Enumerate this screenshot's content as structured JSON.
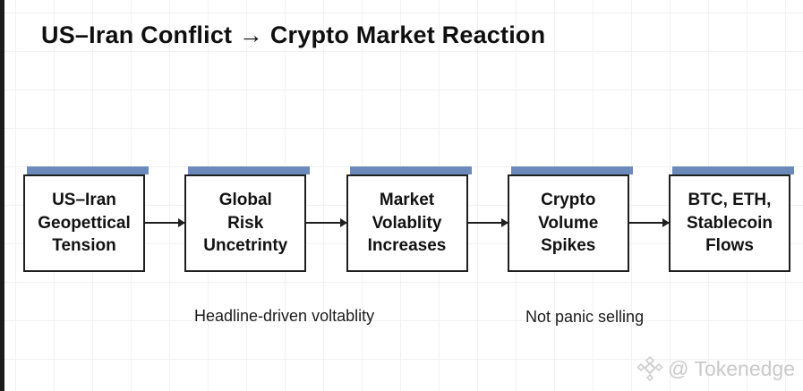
{
  "title": "US–Iran Conflict → Crypto Market Reaction",
  "flow": {
    "boxes": [
      {
        "label": "US–Iran\nGeopettical\nTension"
      },
      {
        "label": "Global\nRisk\nUncetrinty"
      },
      {
        "label": "Market\nVolablity\nIncreases"
      },
      {
        "label": "Crypto\nVolume\nSpikes"
      },
      {
        "label": "BTC, ETH,\nStablecoin\nFlows"
      }
    ],
    "arrow_glyph": "→"
  },
  "annotations": [
    {
      "text": "Headline-driven voltablity"
    },
    {
      "text": "Not panic selling"
    }
  ],
  "watermark": {
    "icon": "diamond-logo-icon",
    "text": "@ Tokenedge"
  },
  "colors": {
    "node_accent_bar": "#6b8ab9",
    "node_border": "#1f1f1f",
    "edge_bar": "#1b1b1b",
    "grid_line": "#f1f1f1",
    "watermark": "#c9c9c9"
  }
}
